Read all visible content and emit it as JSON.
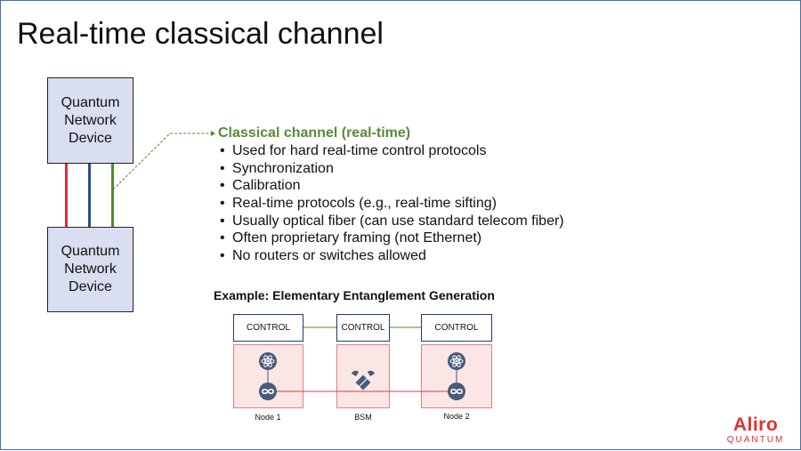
{
  "slide": {
    "title": "Real-time classical channel"
  },
  "device_top": {
    "lines": [
      "Quantum",
      "Network",
      "Device"
    ]
  },
  "device_bottom": {
    "lines": [
      "Quantum",
      "Network",
      "Device"
    ]
  },
  "wire_colors": {
    "red": "#e03030",
    "blue": "#2a4d9a",
    "green": "#4f8a2f"
  },
  "channel": {
    "heading": "Classical channel (real-time)",
    "heading_color": "#5a8a3a",
    "bullets": [
      "Used for hard real-time control protocols",
      "Synchronization",
      "Calibration",
      "Real-time protocols (e.g., real-time sifting)",
      "Usually optical fiber (can use standard telecom fiber)",
      "Often proprietary framing (not Ethernet)",
      "No routers or switches allowed"
    ]
  },
  "example": {
    "title": "Example: Elementary Entanglement Generation",
    "control_labels": [
      "CONTROL",
      "CONTROL",
      "CONTROL"
    ],
    "node_labels": [
      "Node 1",
      "BSM",
      "Node 2"
    ],
    "icons": [
      "atom-icon",
      "memory-infinity-icon",
      "beam-splitter-icon"
    ]
  },
  "logo": {
    "top": "Aliro",
    "bottom": "QUANTUM",
    "color": "#e0322d"
  }
}
